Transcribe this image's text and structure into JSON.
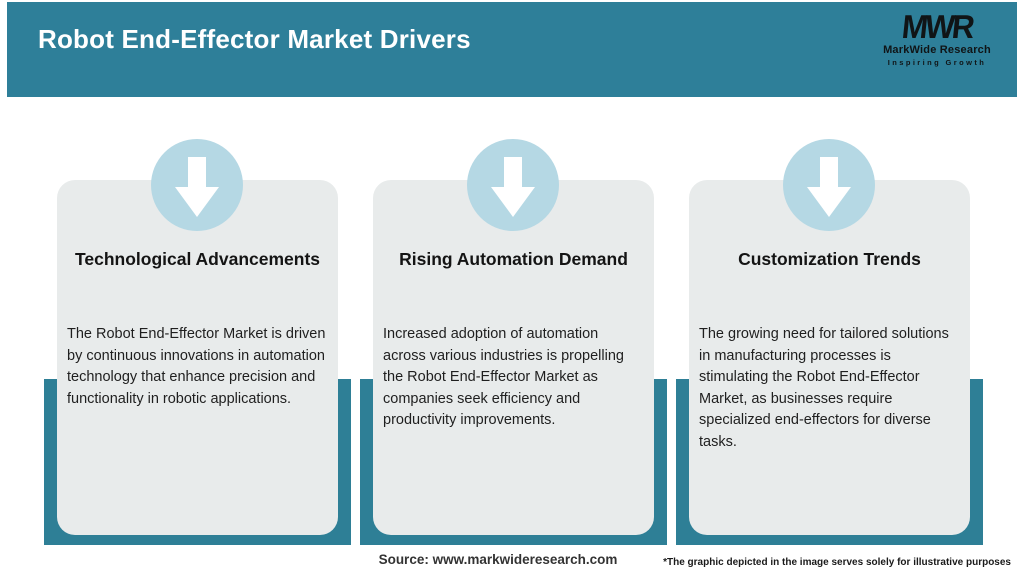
{
  "header": {
    "title": "Robot End-Effector Market Drivers",
    "logo": {
      "monogram": "MWR",
      "name": "MarkWide Research",
      "tagline": "Inspiring Growth"
    }
  },
  "cards": [
    {
      "title": "Technological Advancements",
      "body": "The Robot End-Effector Market is driven by continuous innovations in automation technology that enhance precision and functionality in robotic applications."
    },
    {
      "title": "Rising Automation Demand",
      "body": "Increased adoption of automation across various industries is propelling the Robot End-Effector Market as companies seek efficiency and productivity improvements."
    },
    {
      "title": "Customization Trends",
      "body": "The growing need for tailored solutions in manufacturing processes is stimulating the Robot End-Effector Market, as businesses require specialized end-effectors for diverse tasks."
    }
  ],
  "footer": {
    "source": "Source: www.markwideresearch.com",
    "disclaimer": "*The graphic depicted in the image serves solely for illustrative purposes"
  },
  "colors": {
    "header_teal": "#2e7f99",
    "shadow_teal": "#2e7f96",
    "circle_blue": "#b5d8e4",
    "card_gray": "#e8ebeb",
    "title_text": "#141414",
    "body_text": "#1f1f1f"
  }
}
